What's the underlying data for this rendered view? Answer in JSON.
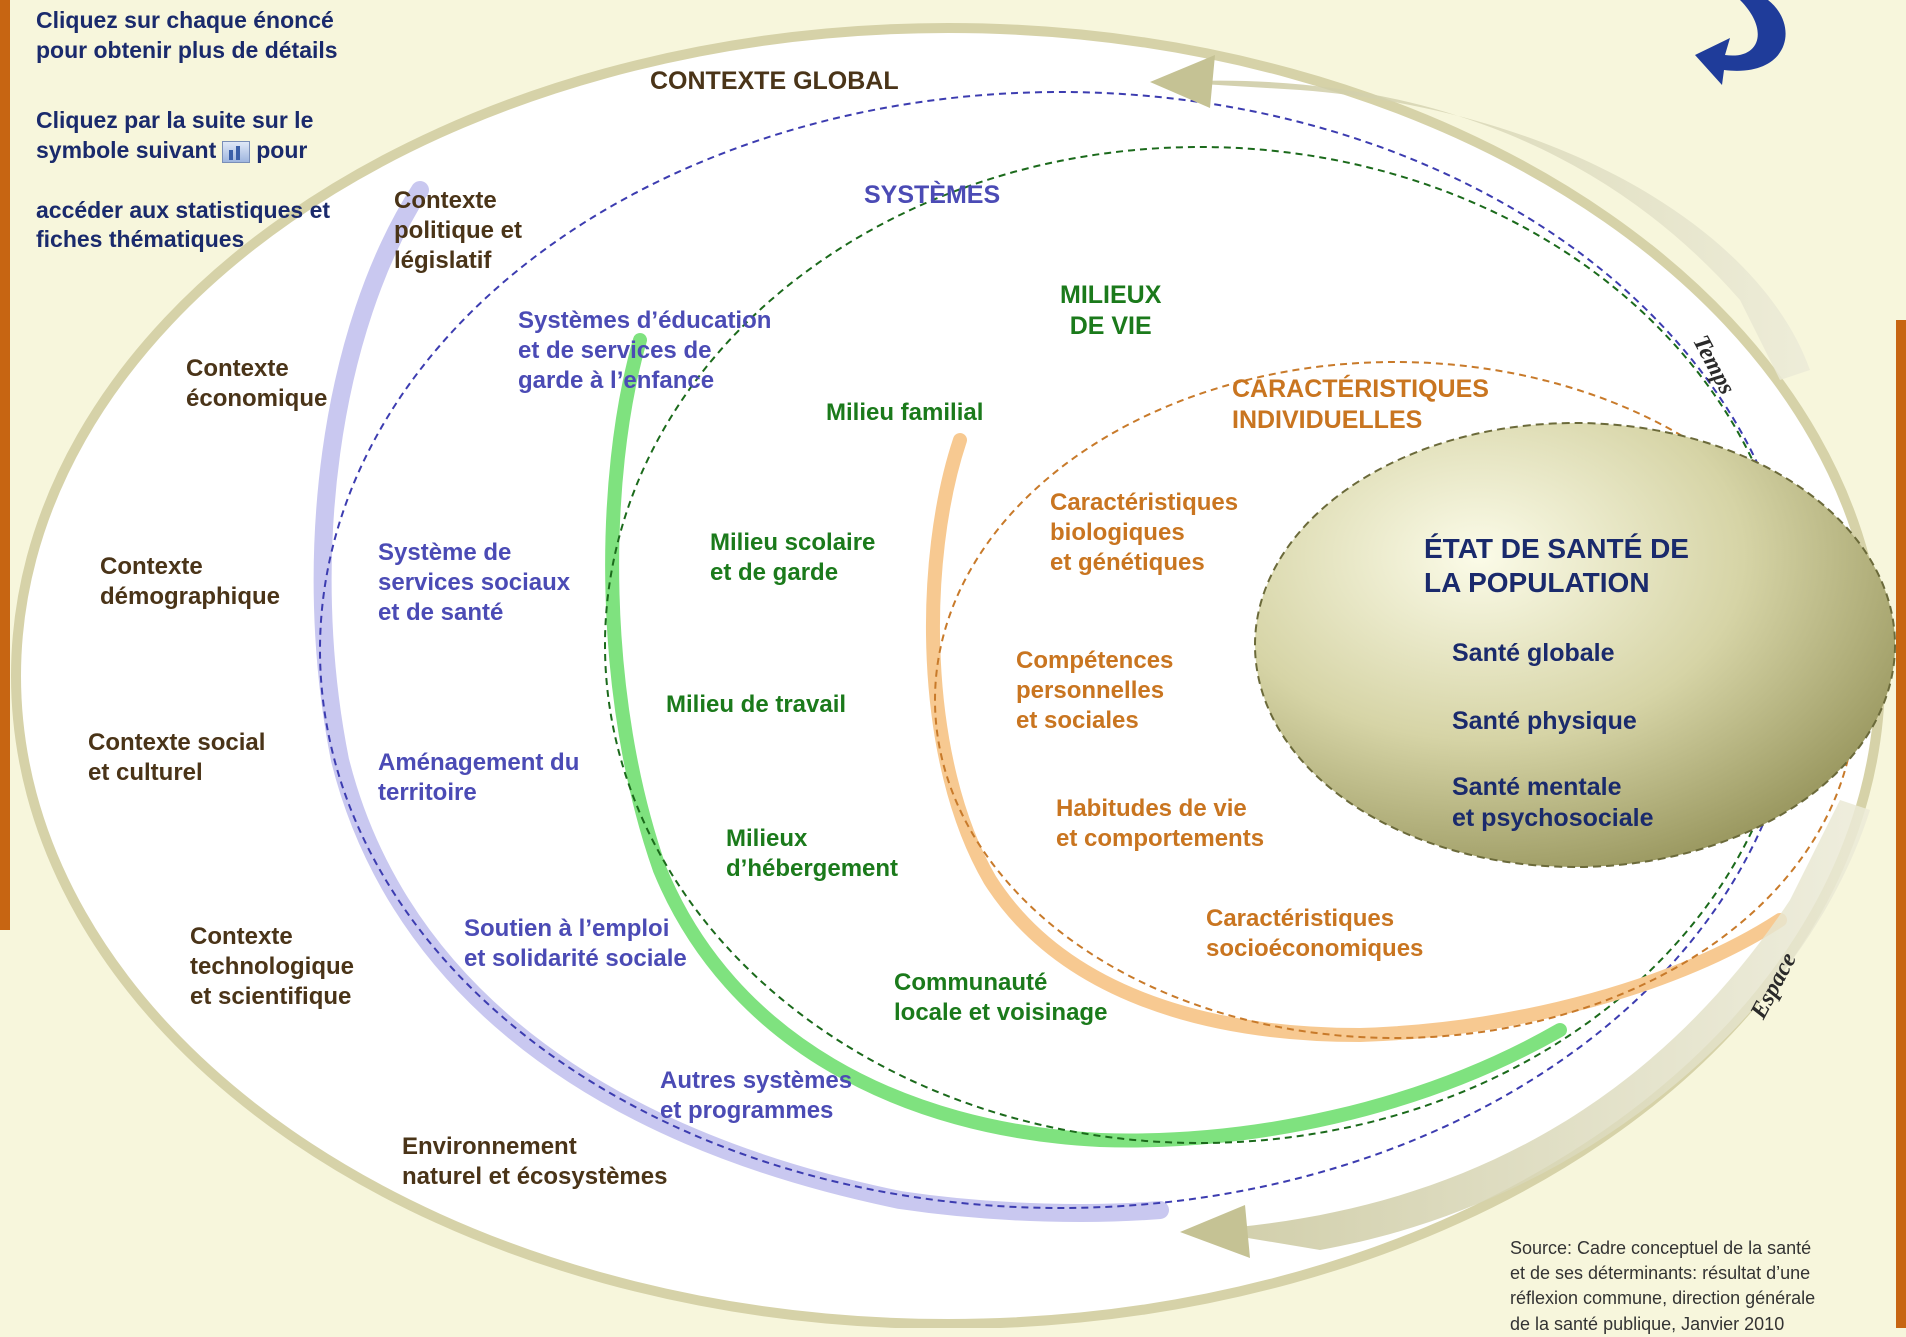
{
  "instructions": {
    "line1": "Cliquez sur chaque énoncé\npour obtenir plus de détails",
    "line2a": "Cliquez par la suite sur le\nsymbole suivant",
    "line2b": "pour",
    "line2c": "accéder aux statistiques et\nfiches thématiques"
  },
  "contexte_global": {
    "title": "CONTEXTE GLOBAL",
    "items": {
      "politique": "Contexte\npolitique et\nlégislatif",
      "economique": "Contexte\néconomique",
      "demographique": "Contexte\ndémographique",
      "social": "Contexte social\net culturel",
      "technologique": "Contexte\ntechnologique\net scientifique",
      "environnement": "Environnement\nnaturel et écosystèmes"
    }
  },
  "systemes": {
    "title": "SYSTÈMES",
    "items": {
      "education": "Systèmes d’éducation\net de services de\ngarde à l’enfance",
      "sociaux": "Système de\nservices sociaux\net de santé",
      "amenagement": "Aménagement du\nterritoire",
      "emploi": "Soutien à l’emploi\net solidarité sociale",
      "autres": "Autres systèmes\net programmes"
    }
  },
  "milieux": {
    "title": "MILIEUX\nDE VIE",
    "items": {
      "familial": "Milieu familial",
      "scolaire": "Milieu scolaire\net de garde",
      "travail": "Milieu de travail",
      "hebergement": "Milieux\nd’hébergement",
      "communaute": "Communauté\nlocale et voisinage"
    }
  },
  "caracteristiques": {
    "title": "CARACTÉRISTIQUES\nINDIVIDUELLES",
    "items": {
      "biologiques": "Caractéristiques\nbiologiques\net génétiques",
      "competences": "Compétences\npersonnelles\net sociales",
      "habitudes": "Habitudes de vie\net comportements",
      "socioeco": "Caractéristiques\nsocioéconomiques"
    }
  },
  "etat_sante": {
    "title": "ÉTAT DE SANTÉ DE\nLA POPULATION",
    "globale": "Santé globale",
    "physique": "Santé physique",
    "mentale": "Santé mentale\net psychosociale"
  },
  "axes": {
    "temps": "Temps",
    "espace": "Espace"
  },
  "source": "Source: Cadre conceptuel de la santé\net de ses déterminants: résultat d’une\nréflexion commune, direction générale\nde la santé publique, Janvier 2010",
  "colors": {
    "systemes": "#4b4bb5",
    "milieux": "#1b7a1b",
    "caracteristiques": "#c97520",
    "etat": "#1a2a6c",
    "contexte": "#4a3418"
  },
  "icons": [
    "chart-icon",
    "curved-arrow-icon",
    "time-arrow-icon",
    "space-arrow-icon"
  ]
}
